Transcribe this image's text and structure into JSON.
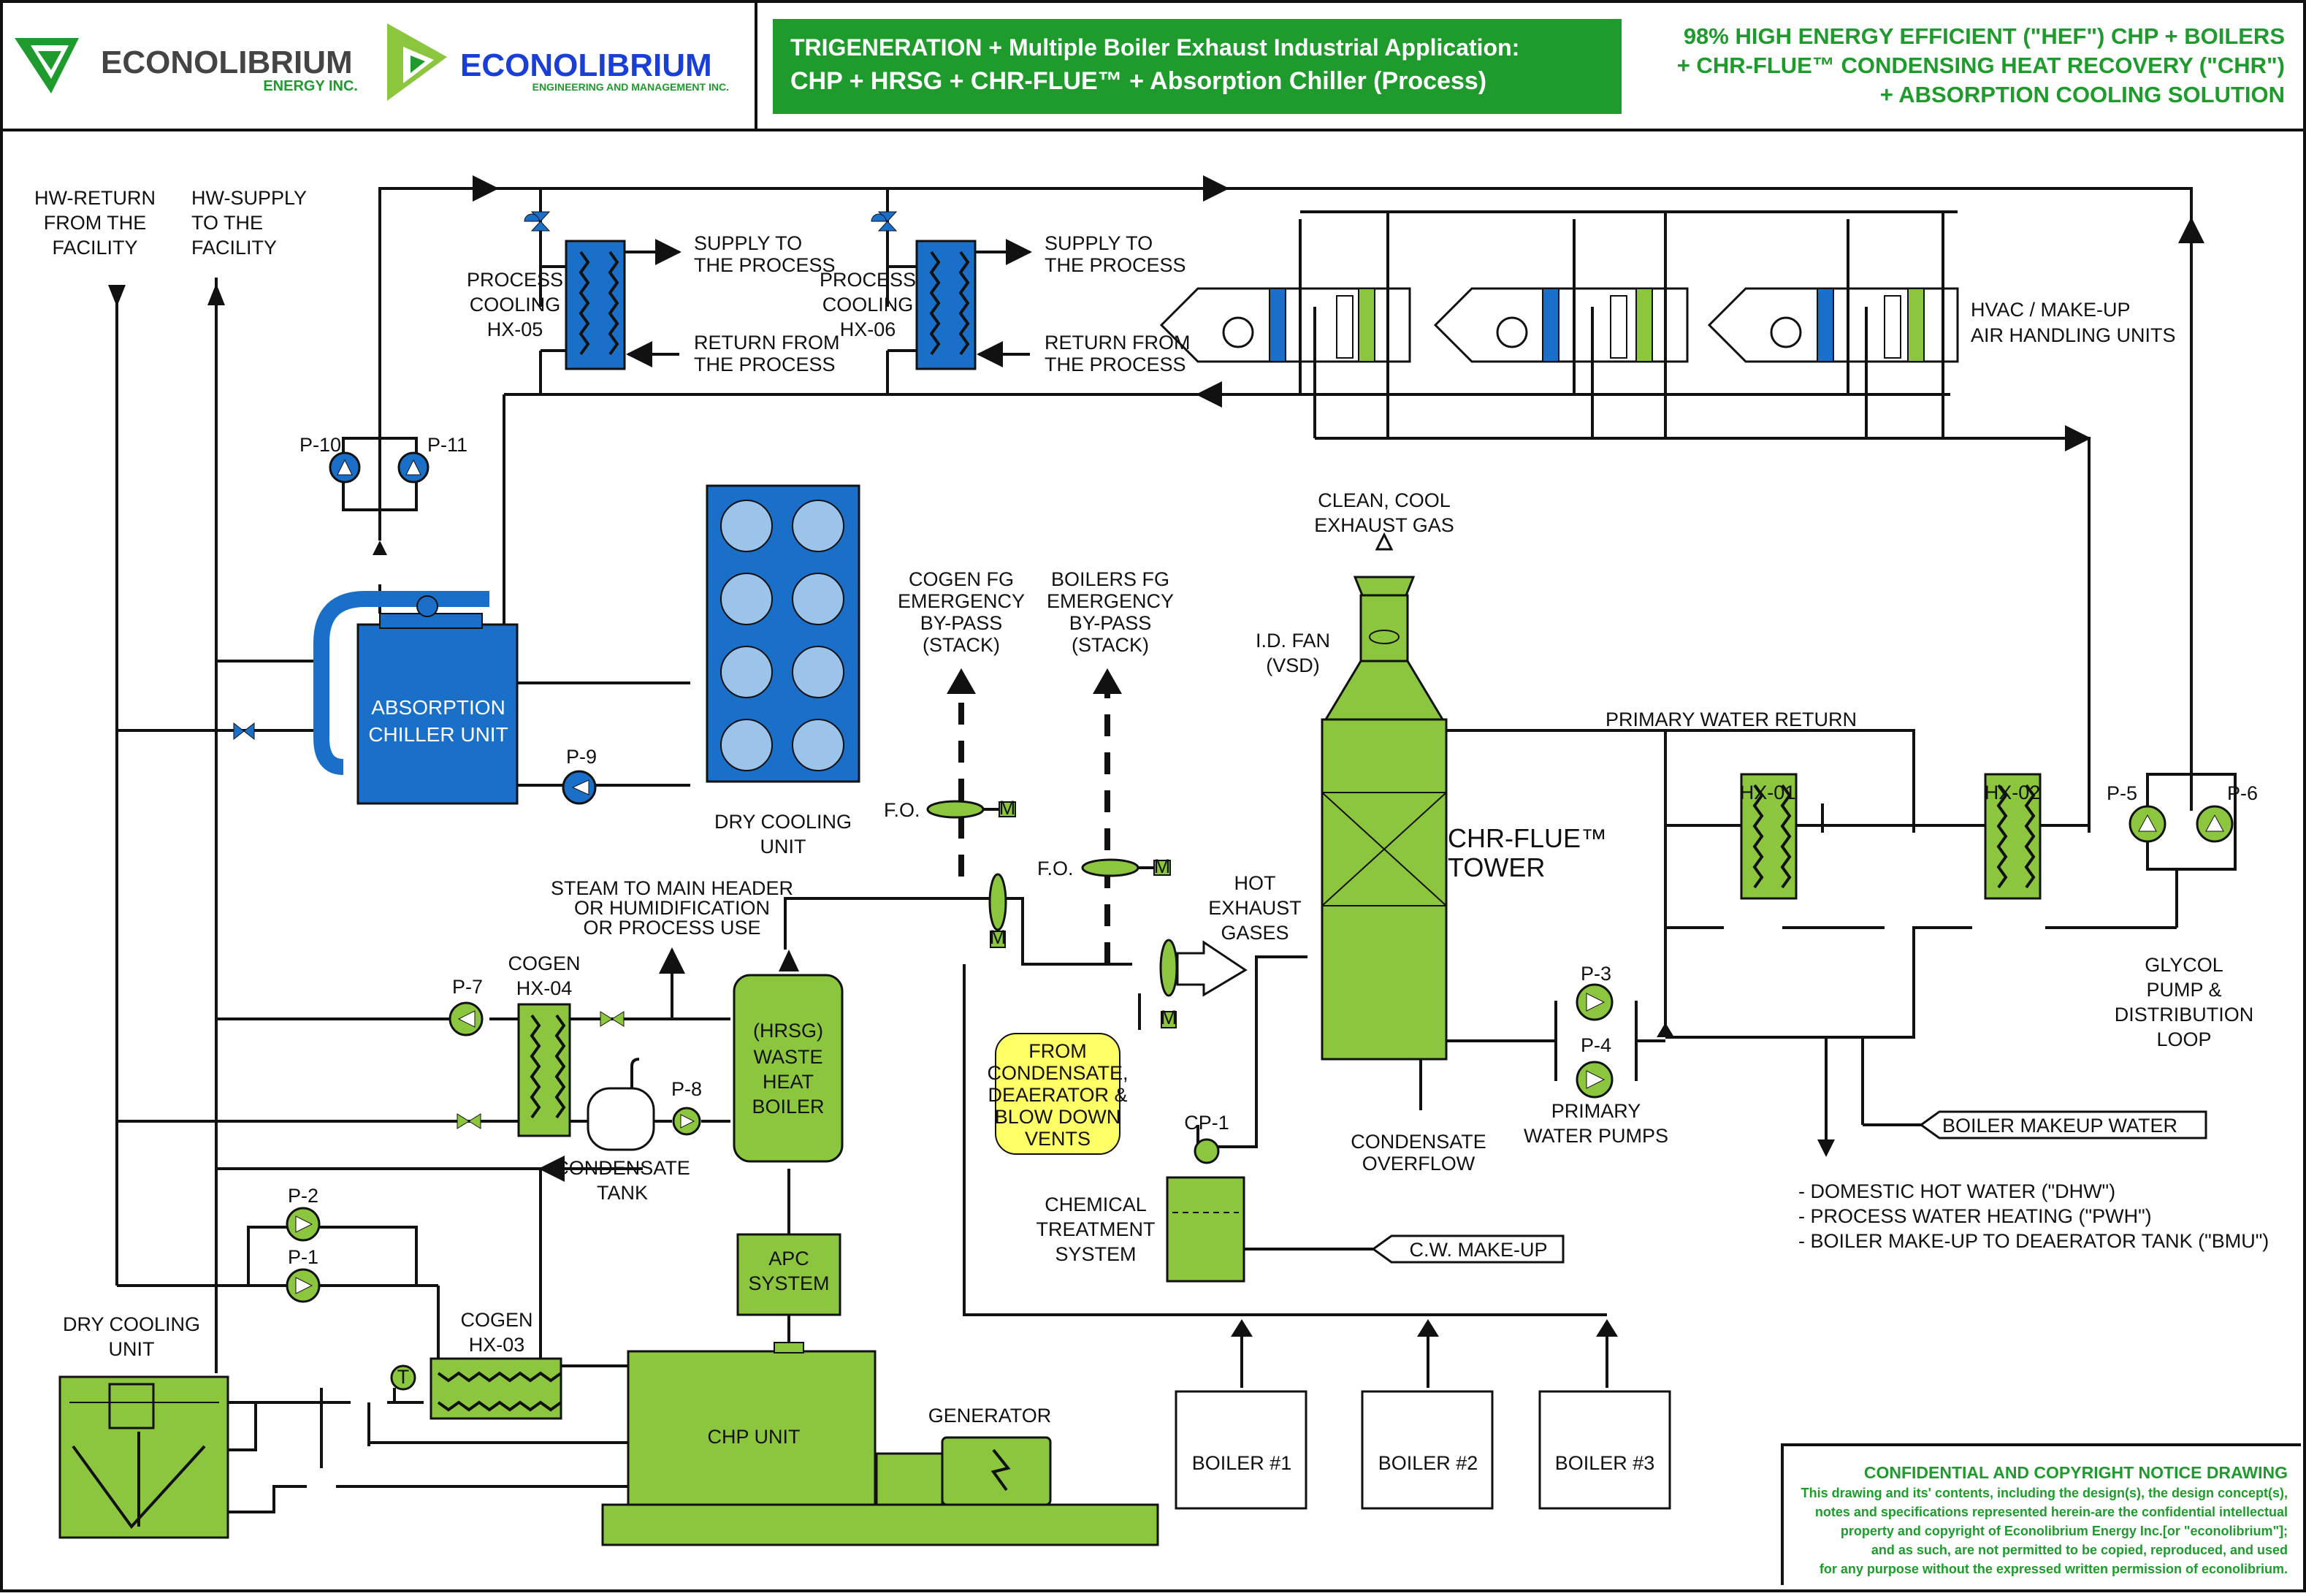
{
  "header": {
    "logo1": {
      "name": "ECONOLIBRIUM",
      "sub": "ENERGY INC."
    },
    "logo2": {
      "name": "ECONOLIBRIUM",
      "sub": "ENGINEERING AND MANAGEMENT INC."
    },
    "title_line1": "TRIGENERATION + Multiple Boiler Exhaust Industrial Application:",
    "title_line2": "CHP + HRSG + CHR-FLUE™ + Absorption Chiller (Process)",
    "right_line1": "98% HIGH ENERGY EFFICIENT (\"HEF\") CHP + BOILERS",
    "right_line2": "+ CHR-FLUE™ CONDENSING HEAT RECOVERY (\"CHR\")",
    "right_line3": "+ ABSORPTION COOLING SOLUTION"
  },
  "labels": {
    "hw_return": [
      "HW-RETURN",
      "FROM THE",
      "FACILITY"
    ],
    "hw_supply": [
      "HW-SUPPLY",
      "TO THE",
      "FACILITY"
    ],
    "process_cooling_05": [
      "PROCESS",
      "COOLING",
      "HX-05"
    ],
    "process_cooling_06": [
      "PROCESS",
      "COOLING",
      "HX-06"
    ],
    "supply_to_process": [
      "SUPPLY TO",
      "THE PROCESS"
    ],
    "return_from_process": [
      "RETURN FROM",
      "THE PROCESS"
    ],
    "hvac": [
      "HVAC / MAKE-UP",
      "AIR HANDLING UNITS"
    ],
    "p10": "P-10",
    "p11": "P-11",
    "absorption_chiller": [
      "ABSORPTION",
      "CHILLER UNIT"
    ],
    "p9": "P-9",
    "dry_cooling_unit_top": [
      "DRY COOLING",
      "UNIT"
    ],
    "cogen_fg": [
      "COGEN FG",
      "EMERGENCY",
      "BY-PASS",
      "(STACK)"
    ],
    "boilers_fg": [
      "BOILERS FG",
      "EMERGENCY",
      "BY-PASS",
      "(STACK)"
    ],
    "clean_exhaust": [
      "CLEAN, COOL",
      "EXHAUST GAS"
    ],
    "id_fan": [
      "I.D. FAN",
      "(VSD)"
    ],
    "primary_water_return": "PRIMARY WATER RETURN",
    "hx01": "HX-01",
    "hx02": "HX-02",
    "p5": "P-5",
    "p6": "P-6",
    "chr_tower": [
      "CHR-FLUE™",
      "TOWER"
    ],
    "hot_exhaust": [
      "HOT",
      "EXHAUST",
      "GASES"
    ],
    "fo1": "F.O.",
    "fo2": "F.O.",
    "m": "M",
    "steam_header": [
      "STEAM TO MAIN HEADER",
      "OR HUMIDIFICATION",
      "OR PROCESS USE"
    ],
    "cogen_hx04": [
      "COGEN",
      "HX-04"
    ],
    "p7": "P-7",
    "p8": "P-8",
    "hrsg": [
      "(HRSG)",
      "WASTE",
      "HEAT",
      "BOILER"
    ],
    "condensate_tank": [
      "CONDENSATE",
      "TANK"
    ],
    "from_condensate": [
      "FROM",
      "CONDENSATE,",
      "DEAERATOR &",
      "BLOW DOWN",
      "VENTS"
    ],
    "p3": "P-3",
    "p4": "P-4",
    "primary_pumps": [
      "PRIMARY",
      "WATER PUMPS"
    ],
    "glycol": [
      "GLYCOL",
      "PUMP &",
      "DISTRIBUTION",
      "LOOP"
    ],
    "condensate_overflow": [
      "CONDENSATE",
      "OVERFLOW"
    ],
    "cp1": "CP-1",
    "chemical": [
      "CHEMICAL",
      "TREATMENT",
      "SYSTEM"
    ],
    "cw_makeup": "C.W. MAKE-UP",
    "boiler_makeup": "BOILER MAKEUP WATER",
    "uses": [
      "- DOMESTIC HOT WATER (\"DHW\")",
      "- PROCESS WATER HEATING (\"PWH\")",
      "- BOILER MAKE-UP TO DEAERATOR TANK (\"BMU\")"
    ],
    "p2": "P-2",
    "p1": "P-1",
    "cogen_hx03": [
      "COGEN",
      "HX-03"
    ],
    "dry_cooling_unit_bottom": [
      "DRY COOLING",
      "UNIT"
    ],
    "t": "T",
    "apc": [
      "APC",
      "SYSTEM"
    ],
    "chp_unit": "CHP UNIT",
    "generator": "GENERATOR",
    "boiler1": "BOILER #1",
    "boiler2": "BOILER #2",
    "boiler3": "BOILER #3"
  },
  "notice": {
    "title": "CONFIDENTIAL AND COPYRIGHT NOTICE DRAWING",
    "lines": [
      "This drawing and its' contents, including the design(s), the design concept(s),",
      "notes and specifications represented herein-are the confidential intellectual",
      "property and copyright of Econolibrium Energy Inc.[or \"econolibrium\"];",
      "and as such, are not permitted to be copied, reproduced, and used",
      "for any purpose without the expressed written permission of econolibrium."
    ]
  },
  "colors": {
    "green": "#8cc63f",
    "dark_green": "#1e9b2c",
    "blue": "#1a6fc9",
    "light_blue": "#9cc3ea",
    "yellow": "#ffff66"
  }
}
